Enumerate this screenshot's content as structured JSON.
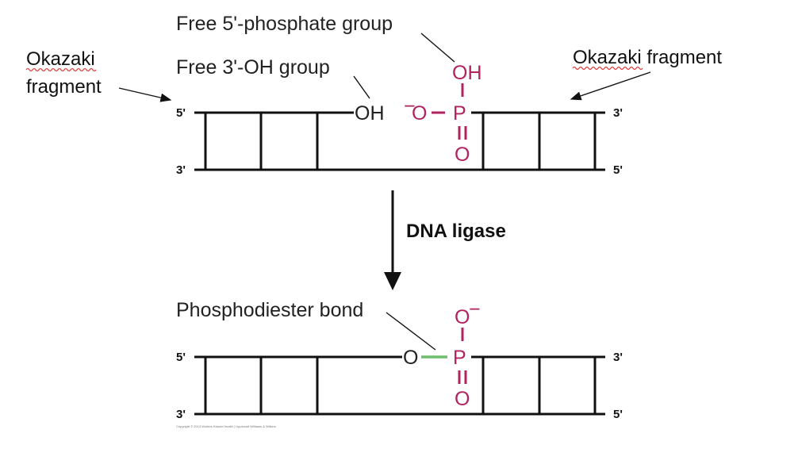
{
  "labels": {
    "free_phosphate": "Free 5'-phosphate group",
    "free_oh": "Free 3'-OH group",
    "okazaki_left_line1": "Okazaki",
    "okazaki_left_line2": "fragment",
    "okazaki_right": "Okazaki fragment",
    "enzyme": "DNA ligase",
    "phosphodiester": "Phosphodiester bond",
    "copyright": "Copyright © 2013 Wolters Kluwer Health | Lippincott Williams & Wilkins"
  },
  "strand_ends": {
    "top_left": "5'",
    "bottom_left": "3'",
    "top_right": "3'",
    "bottom_right": "5'"
  },
  "chem": {
    "oh_3prime": "OH",
    "o_minus_sign": "−",
    "o": "O",
    "p": "P",
    "oh_phosphate": "OH",
    "o_double": "O",
    "o_bridge": "O",
    "o_top_minus": "O",
    "minus": "−"
  },
  "colors": {
    "phosphate_magenta": "#b0235f",
    "bond_green": "#6dbe6d",
    "squiggle_red": "#e23b3b"
  }
}
